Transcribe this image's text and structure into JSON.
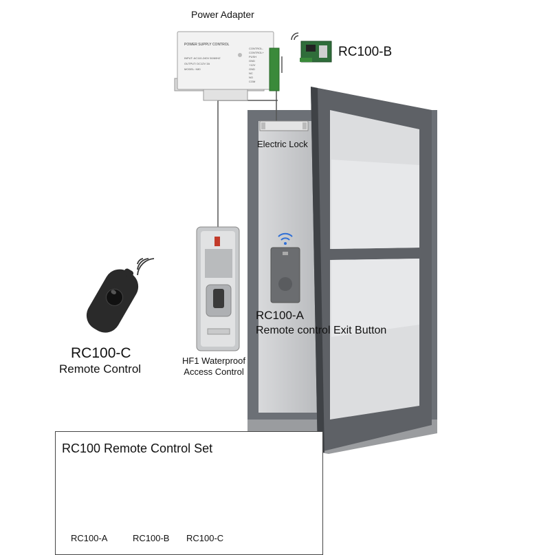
{
  "labels": {
    "power_adapter": "Power Adapter",
    "rc100b": "RC100-B",
    "electric_lock": "Electric Lock",
    "rc100a_title": "RC100-A",
    "rc100a_subtitle": "Remote control Exit Button",
    "rc100c_title": "RC100-C",
    "rc100c_subtitle": "Remote Control",
    "hf1_line1": "HF1 Waterproof",
    "hf1_line2": "Access Control"
  },
  "power_supply": {
    "header": "POWER SUPPLY CONTROL",
    "specs": [
      "INPUT: AC110-240V 50/60HZ",
      "OUTPUT: DC12V 3A",
      "MODEL: K80"
    ],
    "terminals": [
      "CONTROL-",
      "CONTROL+",
      "PUSH",
      "GND",
      "+12V",
      "GND",
      "NC",
      "NO",
      "COM"
    ]
  },
  "set_box": {
    "title": "RC100 Remote Control Set",
    "items": [
      {
        "label": "RC100-A",
        "icon": "exit-button-icon"
      },
      {
        "label": "RC100-B",
        "icon": "receiver-board-icon"
      },
      {
        "label": "RC100-C",
        "icon": "key-fob-icon"
      }
    ]
  },
  "colors": {
    "door_frame": "#6c7076",
    "door_leaf": "#5e6166",
    "panel": "#dcdddf",
    "wire": "#555555",
    "pcb": "#2f6d3a",
    "remote": "#2a2a2a"
  }
}
